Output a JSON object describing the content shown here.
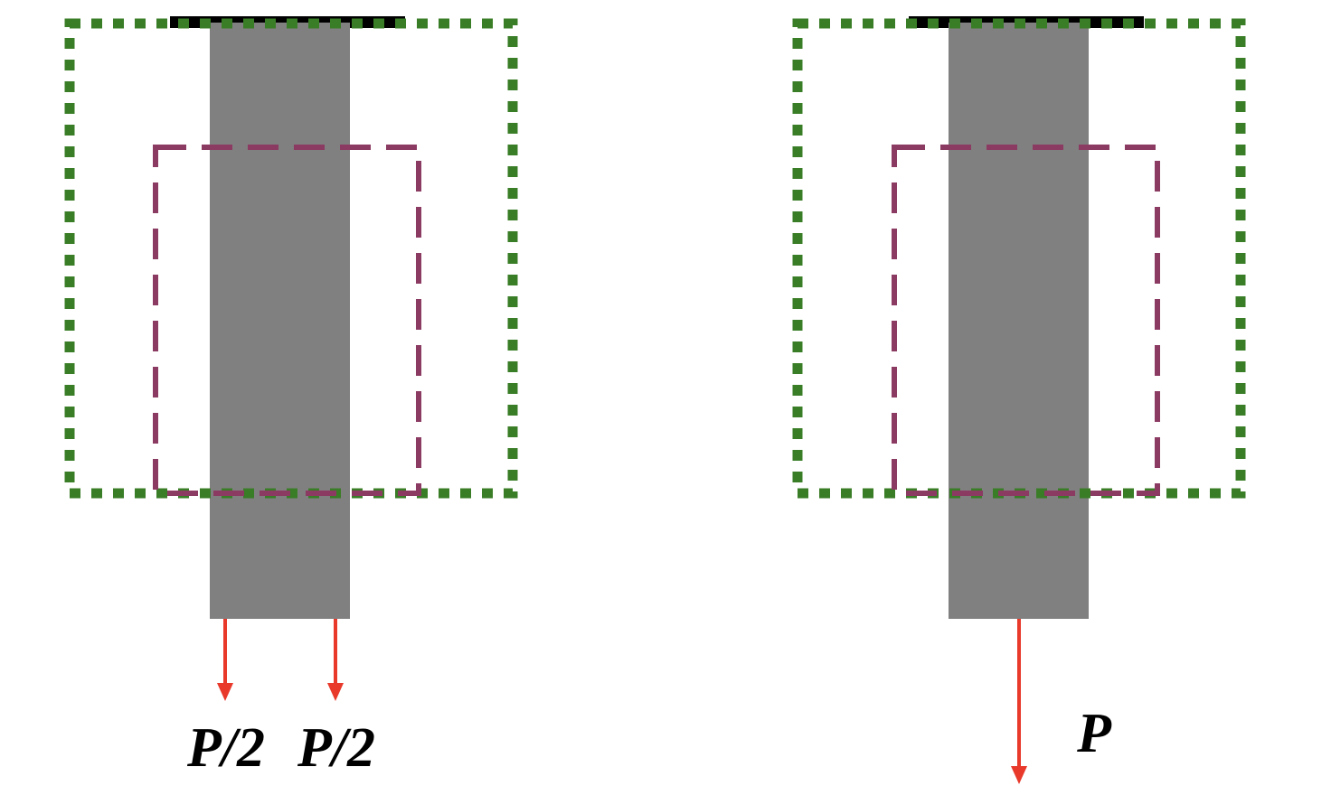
{
  "diagram": {
    "colors": {
      "bar": "#808080",
      "support": "#000000",
      "outer_boundary": "#3a7d27",
      "inner_boundary": "#8b3a62",
      "load_arrow": "#e8392b",
      "label": "#000000"
    },
    "panels": [
      {
        "id": "split-load",
        "loads": [
          {
            "label": "P/2"
          },
          {
            "label": "P/2"
          }
        ]
      },
      {
        "id": "point-load",
        "loads": [
          {
            "label": "P"
          }
        ]
      }
    ]
  }
}
